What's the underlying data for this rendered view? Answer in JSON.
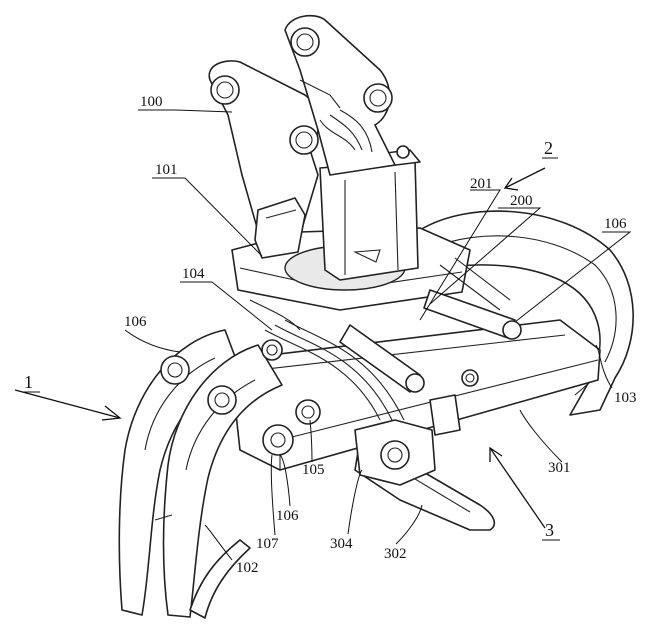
{
  "labels": {
    "l100": "100",
    "l101": "101",
    "l104": "104",
    "l106a": "106",
    "l106b": "106",
    "l106c": "106",
    "l1": "1",
    "l2": "2",
    "l201": "201",
    "l200": "200",
    "l103": "103",
    "l301": "301",
    "l3": "3",
    "l105": "105",
    "l107": "107",
    "l304": "304",
    "l302": "302",
    "l102": "102"
  }
}
